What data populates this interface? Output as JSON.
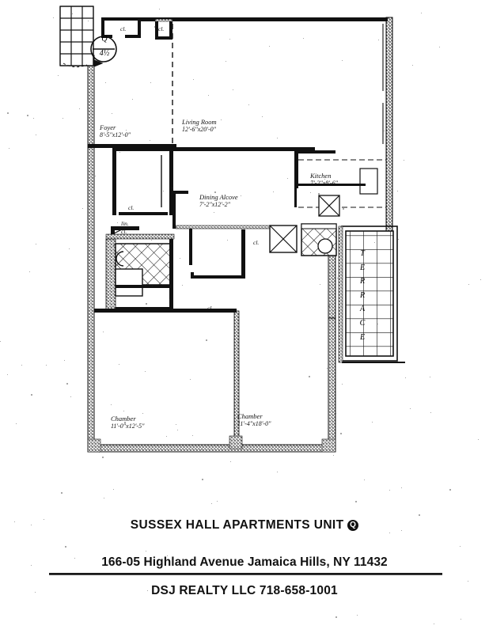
{
  "document": {
    "type": "apartment-floor-plan-scan",
    "ink_color": "#111111",
    "paper_color": "#ffffff"
  },
  "caption": {
    "title_prefix": "SUSSEX HALL APARTMENTS  UNIT ",
    "unit_badge": "Q",
    "address": "166-05 Highland Avenue Jamaica Hills, NY 11432",
    "realty": "DSJ REALTY LLC 718-658-1001"
  },
  "unit_marker": {
    "unit": "Q",
    "rooms": "4½"
  },
  "rooms": [
    {
      "name": "Foyer",
      "dimension": "8'-5\"x12'-0\""
    },
    {
      "name": "Living Room",
      "dimension": "12'-6\"x20'-0\""
    },
    {
      "name": "Dining Alcove",
      "dimension": "7'-2\"x12'-2\""
    },
    {
      "name": "Kitchen",
      "dimension": "7'-2\"x8'-6\""
    },
    {
      "name": "Chamber",
      "dimension": "11'-0\"x12'-5\""
    },
    {
      "name": "Chamber",
      "dimension": "11'-4\"x18'-0\""
    }
  ],
  "closets": [
    {
      "label": "cl."
    },
    {
      "label": "cl."
    },
    {
      "label": "cl."
    },
    {
      "label": "lin.\ncl."
    },
    {
      "label": "cl."
    },
    {
      "label": "cl."
    }
  ],
  "closet_labels": {
    "c1": "cl.",
    "c2": "cl.",
    "c3": "cl.",
    "c4_line1": "lin.",
    "c4_line2": "cl.",
    "c5": "cl.",
    "c6": "cl."
  },
  "terrace": {
    "label": "TERRACE",
    "letters": [
      "T",
      "E",
      "R",
      "R",
      "A",
      "C",
      "E"
    ],
    "style": "tiled-grid"
  }
}
